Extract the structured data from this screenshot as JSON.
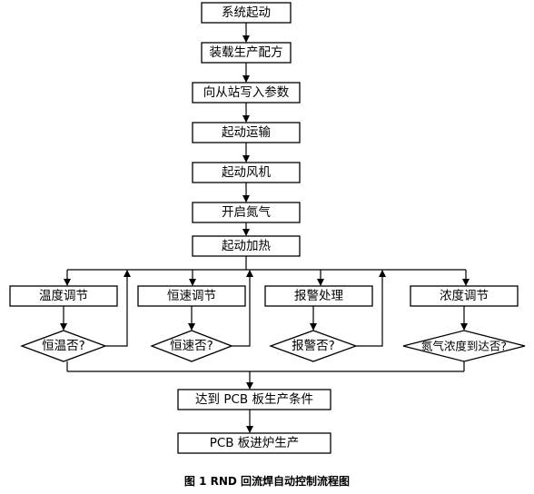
{
  "steps": {
    "start": "系统起动",
    "load": "装载生产配方",
    "write": "向从站写入参数",
    "conveyor": "起动运输",
    "fan": "起动风机",
    "nitrogen": "开启氮气",
    "heating": "起动加热",
    "done_condition": "达到 PCB 板生产条件",
    "production": "PCB 板进炉生产"
  },
  "branches": [
    {
      "action": "温度调节",
      "decision": "恒温否?"
    },
    {
      "action": "恒速调节",
      "decision": "恒速否?"
    },
    {
      "action": "报警处理",
      "decision": "报警否?"
    },
    {
      "action": "浓度调节",
      "decision": "氮气浓度到达否?"
    }
  ],
  "caption": "图 1 RND 回流焊自动控制流程图"
}
